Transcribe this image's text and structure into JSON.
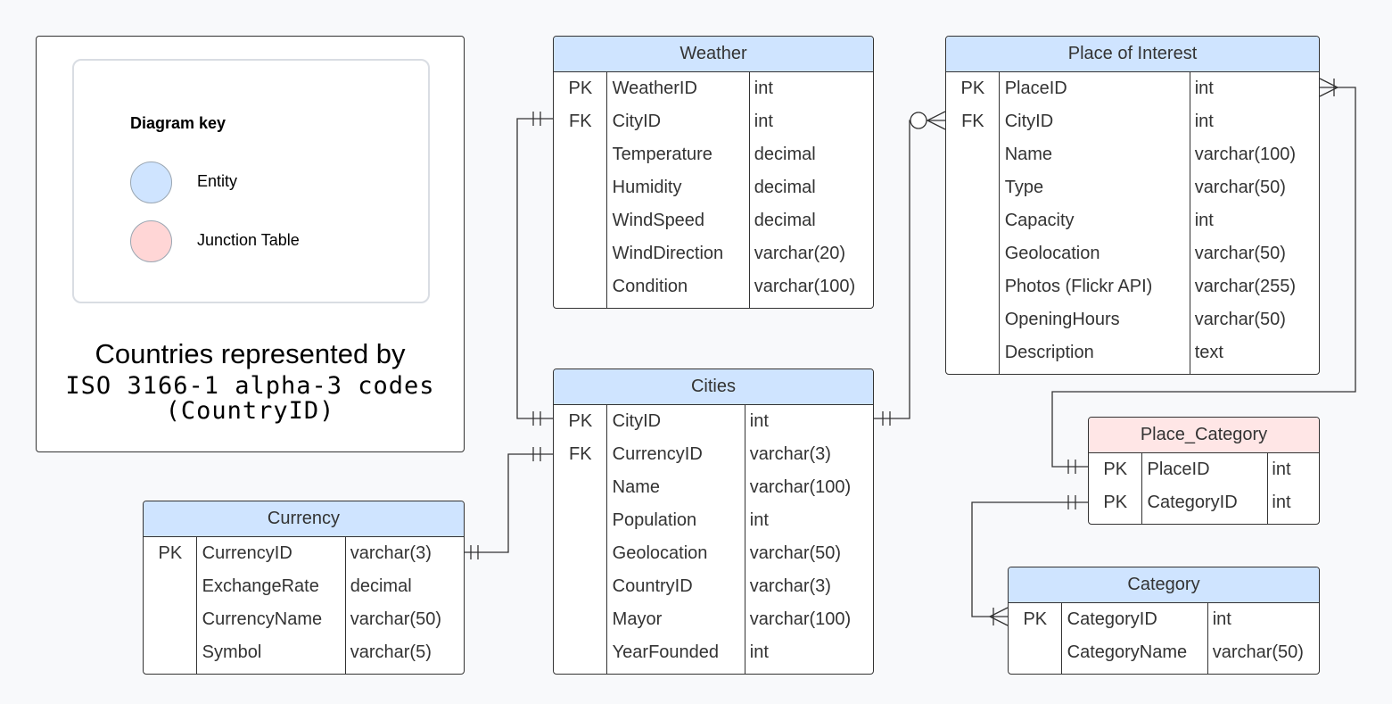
{
  "diagram_key": {
    "title": "Diagram key",
    "items": [
      {
        "label": "Entity",
        "color": "#cfe4ff"
      },
      {
        "label": "Junction Table",
        "color": "#ffd6d6"
      }
    ],
    "note_line1": "Countries represented by",
    "note_line2": "ISO 3166-1 alpha-3 codes",
    "note_line3": "(CountryID)"
  },
  "entities": {
    "weather": {
      "title": "Weather",
      "kind": "entity",
      "rows": [
        {
          "key": "PK",
          "name": "WeatherID",
          "type": "int"
        },
        {
          "key": "FK",
          "name": "CityID",
          "type": "int"
        },
        {
          "key": "",
          "name": "Temperature",
          "type": "decimal"
        },
        {
          "key": "",
          "name": "Humidity",
          "type": "decimal"
        },
        {
          "key": "",
          "name": "WindSpeed",
          "type": "decimal"
        },
        {
          "key": "",
          "name": "WindDirection",
          "type": "varchar(20)"
        },
        {
          "key": "",
          "name": "Condition",
          "type": "varchar(100)"
        }
      ]
    },
    "place_of_interest": {
      "title": "Place of Interest",
      "kind": "entity",
      "rows": [
        {
          "key": "PK",
          "name": "PlaceID",
          "type": "int"
        },
        {
          "key": "FK",
          "name": "CityID",
          "type": "int"
        },
        {
          "key": "",
          "name": "Name",
          "type": "varchar(100)"
        },
        {
          "key": "",
          "name": "Type",
          "type": "varchar(50)"
        },
        {
          "key": "",
          "name": "Capacity",
          "type": "int"
        },
        {
          "key": "",
          "name": "Geolocation",
          "type": "varchar(50)"
        },
        {
          "key": "",
          "name": "Photos (Flickr API)",
          "type": "varchar(255)"
        },
        {
          "key": "",
          "name": "OpeningHours",
          "type": "varchar(50)"
        },
        {
          "key": "",
          "name": "Description",
          "type": "text"
        }
      ]
    },
    "cities": {
      "title": "Cities",
      "kind": "entity",
      "rows": [
        {
          "key": "PK",
          "name": "CityID",
          "type": "int"
        },
        {
          "key": "FK",
          "name": "CurrencyID",
          "type": "varchar(3)"
        },
        {
          "key": "",
          "name": "Name",
          "type": "varchar(100)"
        },
        {
          "key": "",
          "name": "Population",
          "type": "int"
        },
        {
          "key": "",
          "name": "Geolocation",
          "type": "varchar(50)"
        },
        {
          "key": "",
          "name": "CountryID",
          "type": "varchar(3)"
        },
        {
          "key": "",
          "name": "Mayor",
          "type": "varchar(100)"
        },
        {
          "key": "",
          "name": "YearFounded",
          "type": "int"
        }
      ]
    },
    "currency": {
      "title": "Currency",
      "kind": "entity",
      "rows": [
        {
          "key": "PK",
          "name": "CurrencyID",
          "type": "varchar(3)"
        },
        {
          "key": "",
          "name": "ExchangeRate",
          "type": "decimal"
        },
        {
          "key": "",
          "name": "CurrencyName",
          "type": "varchar(50)"
        },
        {
          "key": "",
          "name": "Symbol",
          "type": "varchar(5)"
        }
      ]
    },
    "place_category": {
      "title": "Place_Category",
      "kind": "junction",
      "rows": [
        {
          "key": "PK",
          "name": "PlaceID",
          "type": "int"
        },
        {
          "key": "PK",
          "name": "CategoryID",
          "type": "int"
        }
      ]
    },
    "category": {
      "title": "Category",
      "kind": "entity",
      "rows": [
        {
          "key": "PK",
          "name": "CategoryID",
          "type": "int"
        },
        {
          "key": "",
          "name": "CategoryName",
          "type": "varchar(50)"
        }
      ]
    }
  },
  "relationships": [
    {
      "from": "cities.CityID",
      "to": "weather.CityID",
      "from_card": "one-and-only-one",
      "to_card": "one-and-only-one"
    },
    {
      "from": "cities.CityID",
      "to": "place_of_interest.CityID",
      "from_card": "one-and-only-one",
      "to_card": "zero-or-many"
    },
    {
      "from": "cities.CurrencyID",
      "to": "currency.CurrencyID",
      "from_card": "one-and-only-one",
      "to_card": "one-and-only-one"
    },
    {
      "from": "place_of_interest.PlaceID",
      "to": "place_category.PlaceID",
      "from_card": "one-or-many",
      "to_card": "one-and-only-one"
    },
    {
      "from": "place_category.CategoryID",
      "to": "category.CategoryID",
      "from_card": "one-and-only-one",
      "to_card": "one-or-many"
    }
  ],
  "colors": {
    "entity_header": "#cfe4ff",
    "junction_header": "#ffe6e6",
    "line": "#333333"
  }
}
